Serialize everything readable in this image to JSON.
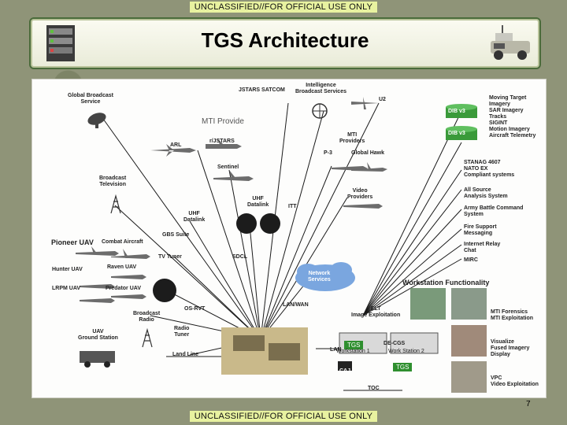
{
  "banner": {
    "top": "UNCLASSIFIED//FOR OFFICIAL USE ONLY",
    "bottom": "UNCLASSIFIED//FOR OFFICIAL USE ONLY"
  },
  "title": "TGS Architecture",
  "page_number": "7",
  "colors": {
    "banner_bg": "#e8f2a0",
    "title_border": "#4a6b3a",
    "link_line": "#1a1a1a",
    "db_green": "#3a9a3a",
    "network_cloud": "#7aa6df",
    "tgs_green": "#2f8f2f"
  },
  "labels": {
    "global_broadcast": "Global Broadcast\nService",
    "jstars": "JSTARS SATCOM",
    "intel_broadcast": "Intelligence\nBroadcast Services",
    "u2": "U2",
    "mti_overlay": "MTI\nProvide",
    "rjstars": "r/JSTARS",
    "mti_providers": "MTI\nProviders",
    "p3": "P-3",
    "global_hawk": "Global Hawk",
    "arl": "ARL",
    "sentinel": "Sentinel",
    "broadcast_tv": "Broadcast\nTelevision",
    "uhf_datalink_center": "UHF\nDatalink",
    "itt": "ITT",
    "video_providers": "Video\nProviders",
    "uhf_datalink_left": "UHF\nDatalink",
    "gbs_suite": "GBS Suite",
    "pioneer": "Pioneer UAV",
    "combat_aircraft": "Combat Aircraft",
    "tv_tuner": "TV Tuner",
    "sdcl": "SDCL",
    "hunter": "Hunter UAV",
    "raven": "Raven UAV",
    "lrpm": "LRPM UAV",
    "predator": "Predator UAV",
    "osrvt": "OS-RVT",
    "broadcast_radio": "Broadcast\nRadio",
    "lan_wan": "LAN/WAN",
    "uav_ground_station": "UAV\nGround Station",
    "radio_tuner": "Radio\nTuner",
    "land_line": "Land Line",
    "network_services": "Network\nServices",
    "workstation_functionality": "Workstation Functionality",
    "elt": "ELT\nImage Exploitation",
    "lan": "LAN",
    "tgs_tag_top": "TGS",
    "tgs_tag_bottom": "TGS",
    "dccgs": "DE-CGS",
    "workstation_1": "Workstation 1",
    "workstation_2": "Work Station 2",
    "caj": "CAJ",
    "toc": "TOC",
    "db1": "DIB v3",
    "db2": "DIB v3",
    "mti_list": "Moving Target\nImagery\nSAR Imagery\nTracks\nSIGINT\nMotion Imagery\nAircraft Telemetry",
    "stanag": "STANAG 4607\nNATO EX\nCompliant systems",
    "all_source": "All Source\nAnalysis System",
    "abcs": "Army Battle Command\nSystem",
    "fire_support": "Fire Support\nMessaging",
    "internet_relay": "Internet Relay\nChat",
    "mirc": "MIRC",
    "mti_forensics": "MTI Forensics\nMTI Exploitation",
    "visualize": "Visualize\nFused Imagery\nDisplay",
    "vpc": "VPC\nVideo Exploitation"
  },
  "icons": {
    "logo": "server-rack-icon",
    "vehicle": "humvee-icon",
    "dish": "satellite-dish-icon",
    "tower": "radio-tower-icon",
    "disc": "antenna-disc-icon",
    "aircraft": "aircraft-icon",
    "cloud": "network-cloud-icon",
    "db": "database-cylinder-icon",
    "screen": "screenshot-thumbnail-icon"
  }
}
